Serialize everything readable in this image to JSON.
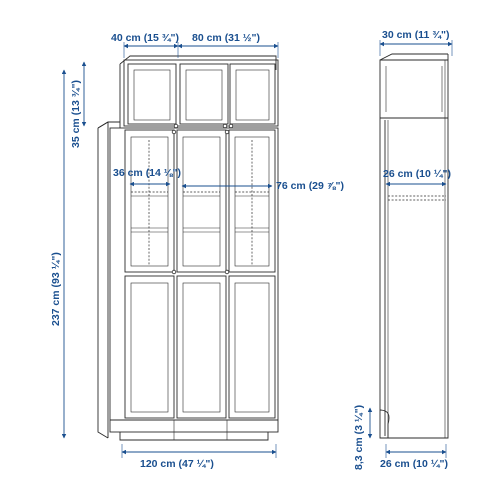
{
  "colors": {
    "dimension": "#1a4f8f",
    "line": "#2b2b2b",
    "background": "#ffffff"
  },
  "dimensions": {
    "top_left_width": "40 cm (15 ¾\")",
    "top_right_width": "80 cm (31 ½\")",
    "top_unit_height": "35 cm (13 ¾\")",
    "total_height": "237 cm (93 ¼\")",
    "inner_width_small": "36 cm (14 ⅛\")",
    "inner_width_large": "76 cm (29 ⅞\")",
    "total_width": "120 cm (47 ¼\")",
    "side_depth_top": "30 cm (11 ¾\")",
    "side_depth_mid": "26 cm (10 ¼\")",
    "plinth_height": "8,3 cm (3 ¼\")",
    "side_depth_bottom": "26 cm (10 ¼\")"
  }
}
